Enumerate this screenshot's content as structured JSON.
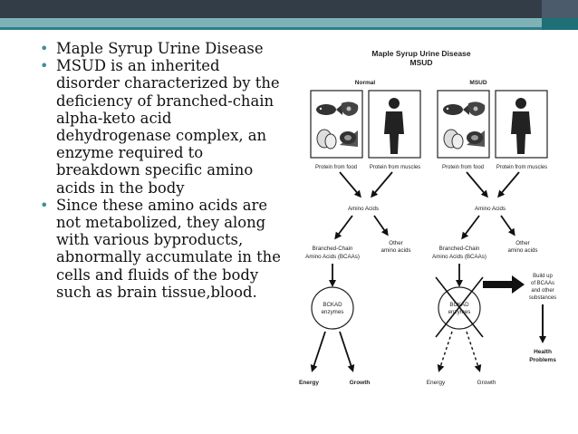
{
  "slide": {
    "bullets": [
      "Maple Syrup Urine Disease",
      "MSUD is an inherited disorder characterized by the deficiency of branched-chain alpha-keto acid dehydrogenase complex, an enzyme required to breakdown specific amino acids in the body",
      "Since these amino acids are not metabolized, they along with various byproducts, abnormally accumulate in the cells and fluids of the body such as brain tissue,blood."
    ]
  },
  "diagram": {
    "title": "Maple Syrup Urine Disease",
    "subtitle": "MSUD",
    "normal": {
      "header": "Normal",
      "protein_food": "Protein from food",
      "protein_muscles": "Protein from muscles",
      "amino_acids": "Amino Acids",
      "other_line1": "Other",
      "other_line2": "amino acids",
      "bcaa_line1": "Branched-Chain",
      "bcaa_line2": "Amino Acids (BCAAs)",
      "enzyme_line1": "BCKAD",
      "enzyme_line2": "enzymes",
      "energy": "Energy",
      "growth": "Growth"
    },
    "msud": {
      "header": "MSUD",
      "protein_food": "Protein from food",
      "protein_muscles": "Protein from muscles",
      "amino_acids": "Amino Acids",
      "other_line1": "Other",
      "other_line2": "amino acids",
      "bcaa_line1": "Branched-Chain",
      "bcaa_line2": "Amino Acids (BCAAs)",
      "enzyme_line1": "BCKAD",
      "enzyme_line2": "enzymes",
      "energy": "Energy",
      "growth": "Growth",
      "buildup_lines": [
        "Build up",
        "of BCAAs",
        "and other",
        "substances"
      ],
      "health_line1": "Health",
      "health_line2": "Problems"
    }
  }
}
